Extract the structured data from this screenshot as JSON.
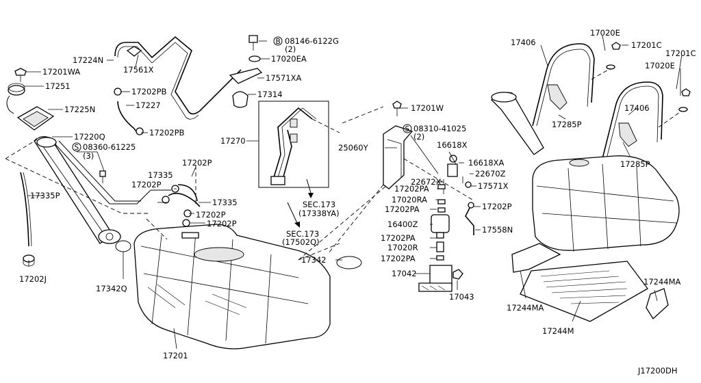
{
  "diagram_code": "J17200DH",
  "labels": {
    "p17201wa": "17201WA",
    "p17251": "17251",
    "p17225n": "17225N",
    "p17220q": "17220Q",
    "p08360": "08360-61225",
    "p08360_qty": "(3)",
    "p17335p": "17335P",
    "p17202j": "17202J",
    "p17224n": "17224N",
    "p17561x": "17561X",
    "p17202pb_a": "17202PB",
    "p17227": "17227",
    "p17202pb_b": "17202PB",
    "p08146": "08146-6122G",
    "p08146_qty": "(2)",
    "p17020ea": "17020EA",
    "p17571xa": "17571XA",
    "p17314": "17314",
    "p17270": "17270",
    "p17202p_a": "17202P",
    "p17335_a": "17335",
    "p17202p_b": "17202P",
    "p17335_b": "17335",
    "p17202p_c": "17202P",
    "p17202p_d": "17202P",
    "p17342q": "17342Q",
    "p17201": "17201",
    "sec173_a_title": "SEC.173",
    "sec173_a_ref": "(17338YA)",
    "sec173_b_title": "SEC.173",
    "sec173_b_ref": "(17502Q)",
    "p17342": "17342",
    "p17201w": "17201W",
    "p08310": "08310-41025",
    "p08310_qty": "(2)",
    "p25060y": "25060Y",
    "p16618x": "16618X",
    "p16618xa": "16618XA",
    "p22672x": "22672X",
    "p22670z": "22670Z",
    "p17202pa_a": "17202PA",
    "p17571x": "17571X",
    "p17020ra": "17020RA",
    "p17202p_e": "17202P",
    "p17202pa_b": "17202PA",
    "p16400z": "16400Z",
    "p17558n": "17558N",
    "p17202pa_c": "17202PA",
    "p17020r": "17020R",
    "p17202pa_d": "17202PA",
    "p17042": "17042",
    "p17043": "17043",
    "p17406_a": "17406",
    "p17020e_a": "17020E",
    "p17201c_a": "17201C",
    "p17201c_b": "17201C",
    "p17020e_b": "17020E",
    "p17406_b": "17406",
    "p17285p_a": "17285P",
    "p17285p_b": "17285P",
    "p17244ma_a": "17244MA",
    "p17244ma_b": "17244MA",
    "p17244m": "17244M",
    "callout_b": "B",
    "callout_s_a": "S",
    "callout_s_b": "S"
  }
}
